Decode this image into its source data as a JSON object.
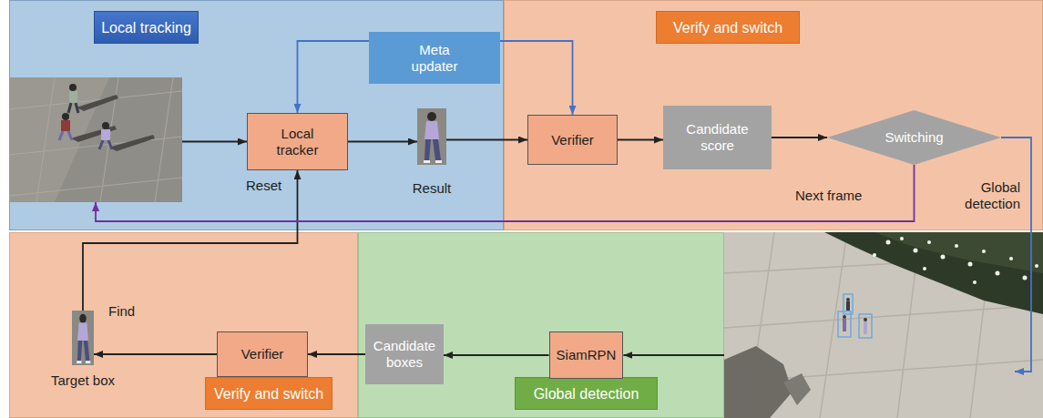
{
  "diagram": {
    "nodes": [
      {
        "text": [
          "Local tracking"
        ]
      },
      {
        "text": [
          "Meta updater"
        ],
        "in": 0
      },
      {
        "text": [
          "Local tracker"
        ],
        "in": 0
      },
      {
        "text": [
          "Result"
        ],
        "in": 0
      },
      {
        "text": [
          "Verify and switch"
        ]
      },
      {
        "text": [
          "Verifier"
        ],
        "in": 4
      },
      {
        "text": [
          "Candidate score"
        ],
        "in": 4
      },
      {
        "text": [
          "Switching"
        ],
        "in": 4
      },
      {
        "text": [
          "Verify and switch"
        ]
      },
      {
        "text": [
          "Verifier"
        ],
        "in": 8
      },
      {
        "text": [
          "Target box"
        ],
        "in": 8
      },
      {
        "text": [
          "Global detection"
        ]
      },
      {
        "text": [
          "SiamRPN"
        ],
        "in": 11
      },
      {
        "text": [
          "Candidate boxes"
        ],
        "in": 11
      }
    ],
    "edges": [
      {
        "from": 1,
        "to": 2,
        "arrow": "to"
      },
      {
        "from": 1,
        "to": 5,
        "arrow": "to"
      },
      {
        "from": 2,
        "to": 3,
        "arrow": "to"
      },
      {
        "from": 3,
        "to": 5,
        "arrow": "to"
      },
      {
        "from": 5,
        "to": 6,
        "arrow": "to"
      },
      {
        "from": 6,
        "to": 7,
        "arrow": "to"
      },
      {
        "from": 12,
        "to": 13,
        "arrow": "to"
      },
      {
        "from": 13,
        "to": 9,
        "arrow": "to"
      },
      {
        "from": 9,
        "to": 10,
        "label": "Find",
        "arrow": "to"
      },
      {
        "from": 10,
        "to": 2,
        "arrow": "to"
      }
    ],
    "labels": [
      "Reset",
      "Next frame",
      "Global detection"
    ]
  }
}
